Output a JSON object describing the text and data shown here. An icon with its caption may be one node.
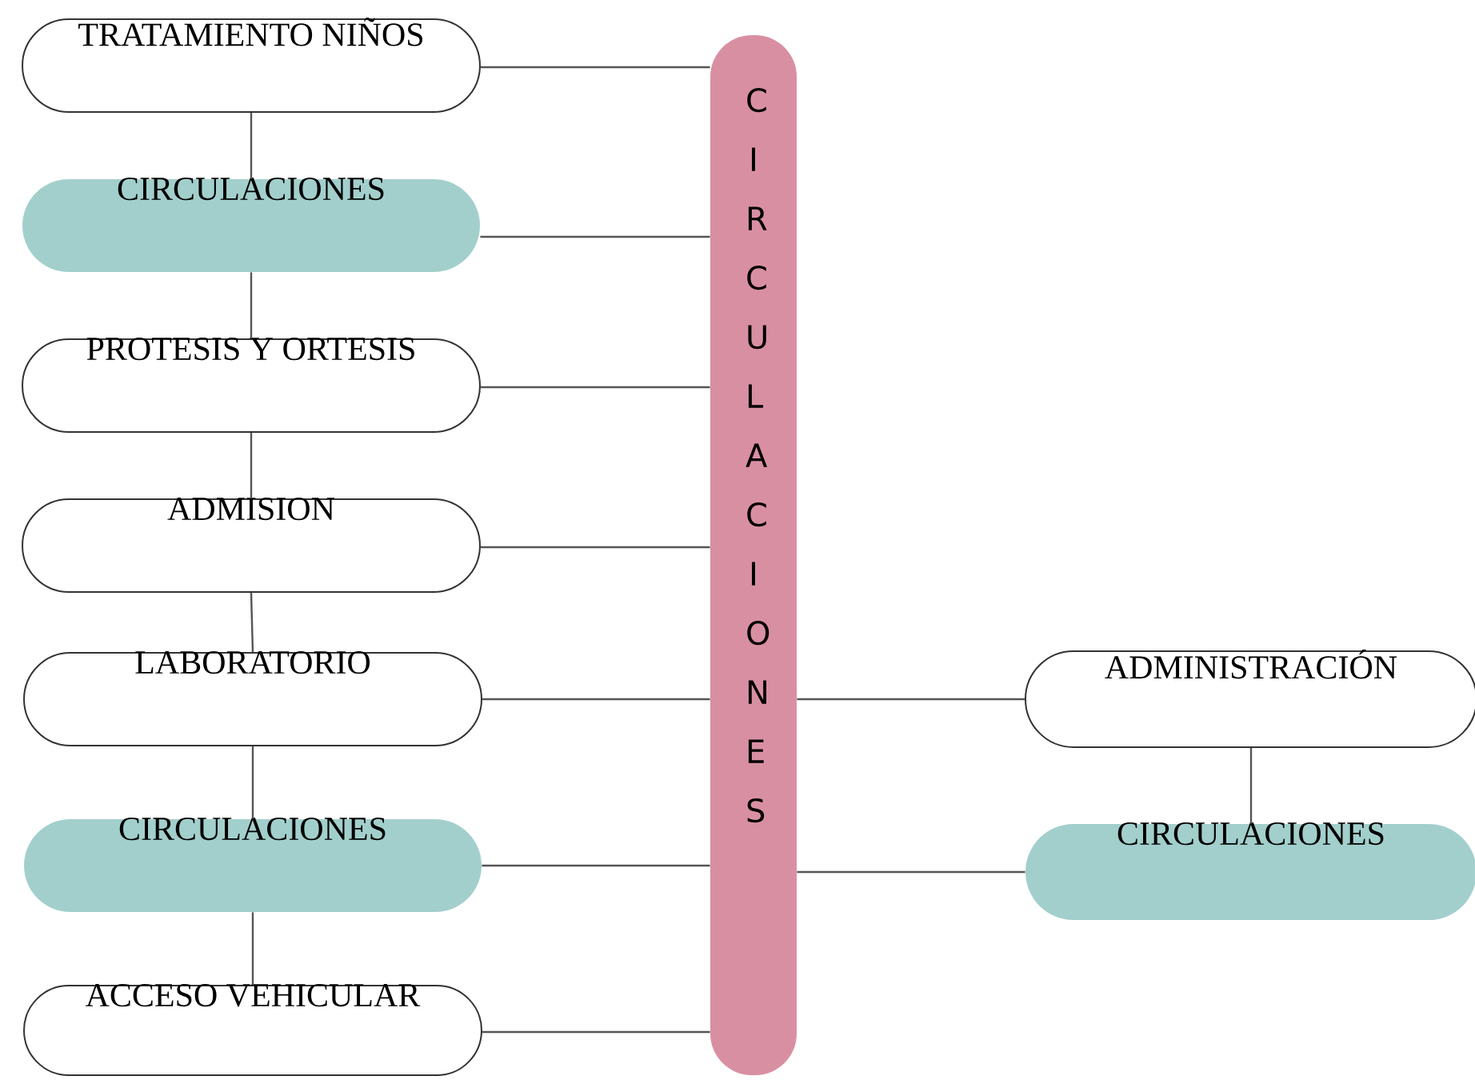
{
  "diagram": {
    "nodes": [
      {
        "text": [
          "TRATAMIENTO NIÑOS"
        ]
      },
      {
        "text": [
          "CIRCULACIONES"
        ]
      },
      {
        "text": [
          "PROTESIS Y ORTESIS"
        ]
      },
      {
        "text": [
          "ADMISION"
        ]
      },
      {
        "text": [
          "LABORATORIO"
        ]
      },
      {
        "text": [
          "CIRCULACIONES"
        ]
      },
      {
        "text": [
          "ACCESO VEHICULAR"
        ]
      },
      {
        "text": [
          "CIRCULACIONES"
        ]
      },
      {
        "text": [
          "ADMINISTRACIÓN"
        ]
      },
      {
        "text": [
          "CIRCULACIONES"
        ]
      }
    ],
    "edges": [
      {
        "from": 0,
        "to": 1,
        "arrow": "none"
      },
      {
        "from": 1,
        "to": 2,
        "arrow": "none"
      },
      {
        "from": 2,
        "to": 3,
        "arrow": "none"
      },
      {
        "from": 3,
        "to": 4,
        "arrow": "none"
      },
      {
        "from": 4,
        "to": 5,
        "arrow": "none"
      },
      {
        "from": 5,
        "to": 6,
        "arrow": "none"
      },
      {
        "from": 0,
        "to": 7,
        "arrow": "none"
      },
      {
        "from": 1,
        "to": 7,
        "arrow": "none"
      },
      {
        "from": 2,
        "to": 7,
        "arrow": "none"
      },
      {
        "from": 3,
        "to": 7,
        "arrow": "none"
      },
      {
        "from": 4,
        "to": 7,
        "arrow": "none"
      },
      {
        "from": 5,
        "to": 7,
        "arrow": "none"
      },
      {
        "from": 6,
        "to": 7,
        "arrow": "none"
      },
      {
        "from": 7,
        "to": 8,
        "arrow": "none"
      },
      {
        "from": 7,
        "to": 9,
        "arrow": "none"
      },
      {
        "from": 8,
        "to": 9,
        "arrow": "none"
      }
    ]
  }
}
